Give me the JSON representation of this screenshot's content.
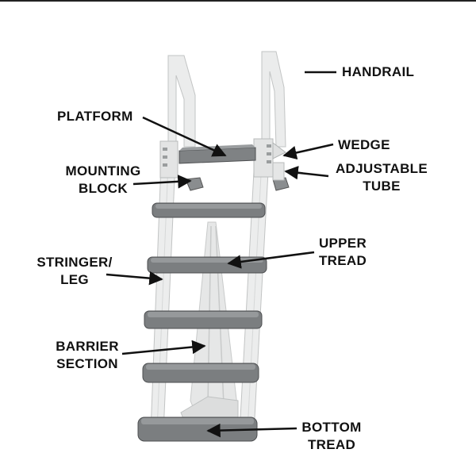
{
  "labels": {
    "handrail": "HANDRAIL",
    "platform": "PLATFORM",
    "wedge": "WEDGE",
    "mounting_block": [
      "MOUNTING",
      "BLOCK"
    ],
    "adjustable_tube": [
      "ADJUSTABLE",
      "TUBE"
    ],
    "upper_tread": [
      "UPPER",
      "TREAD"
    ],
    "stringer_leg": [
      "STRINGER/",
      "LEG"
    ],
    "barrier_section": [
      "BARRIER",
      "SECTION"
    ],
    "bottom_tread": [
      "BOTTOM",
      "TREAD"
    ]
  },
  "colors": {
    "frame": "#e9eaea",
    "frame_edge": "#bfc2c2",
    "tread": "#777a7c",
    "tread_top": "#8f9294",
    "tread_edge": "#4d4f51",
    "arrow": "#111111",
    "text": "#111111"
  }
}
